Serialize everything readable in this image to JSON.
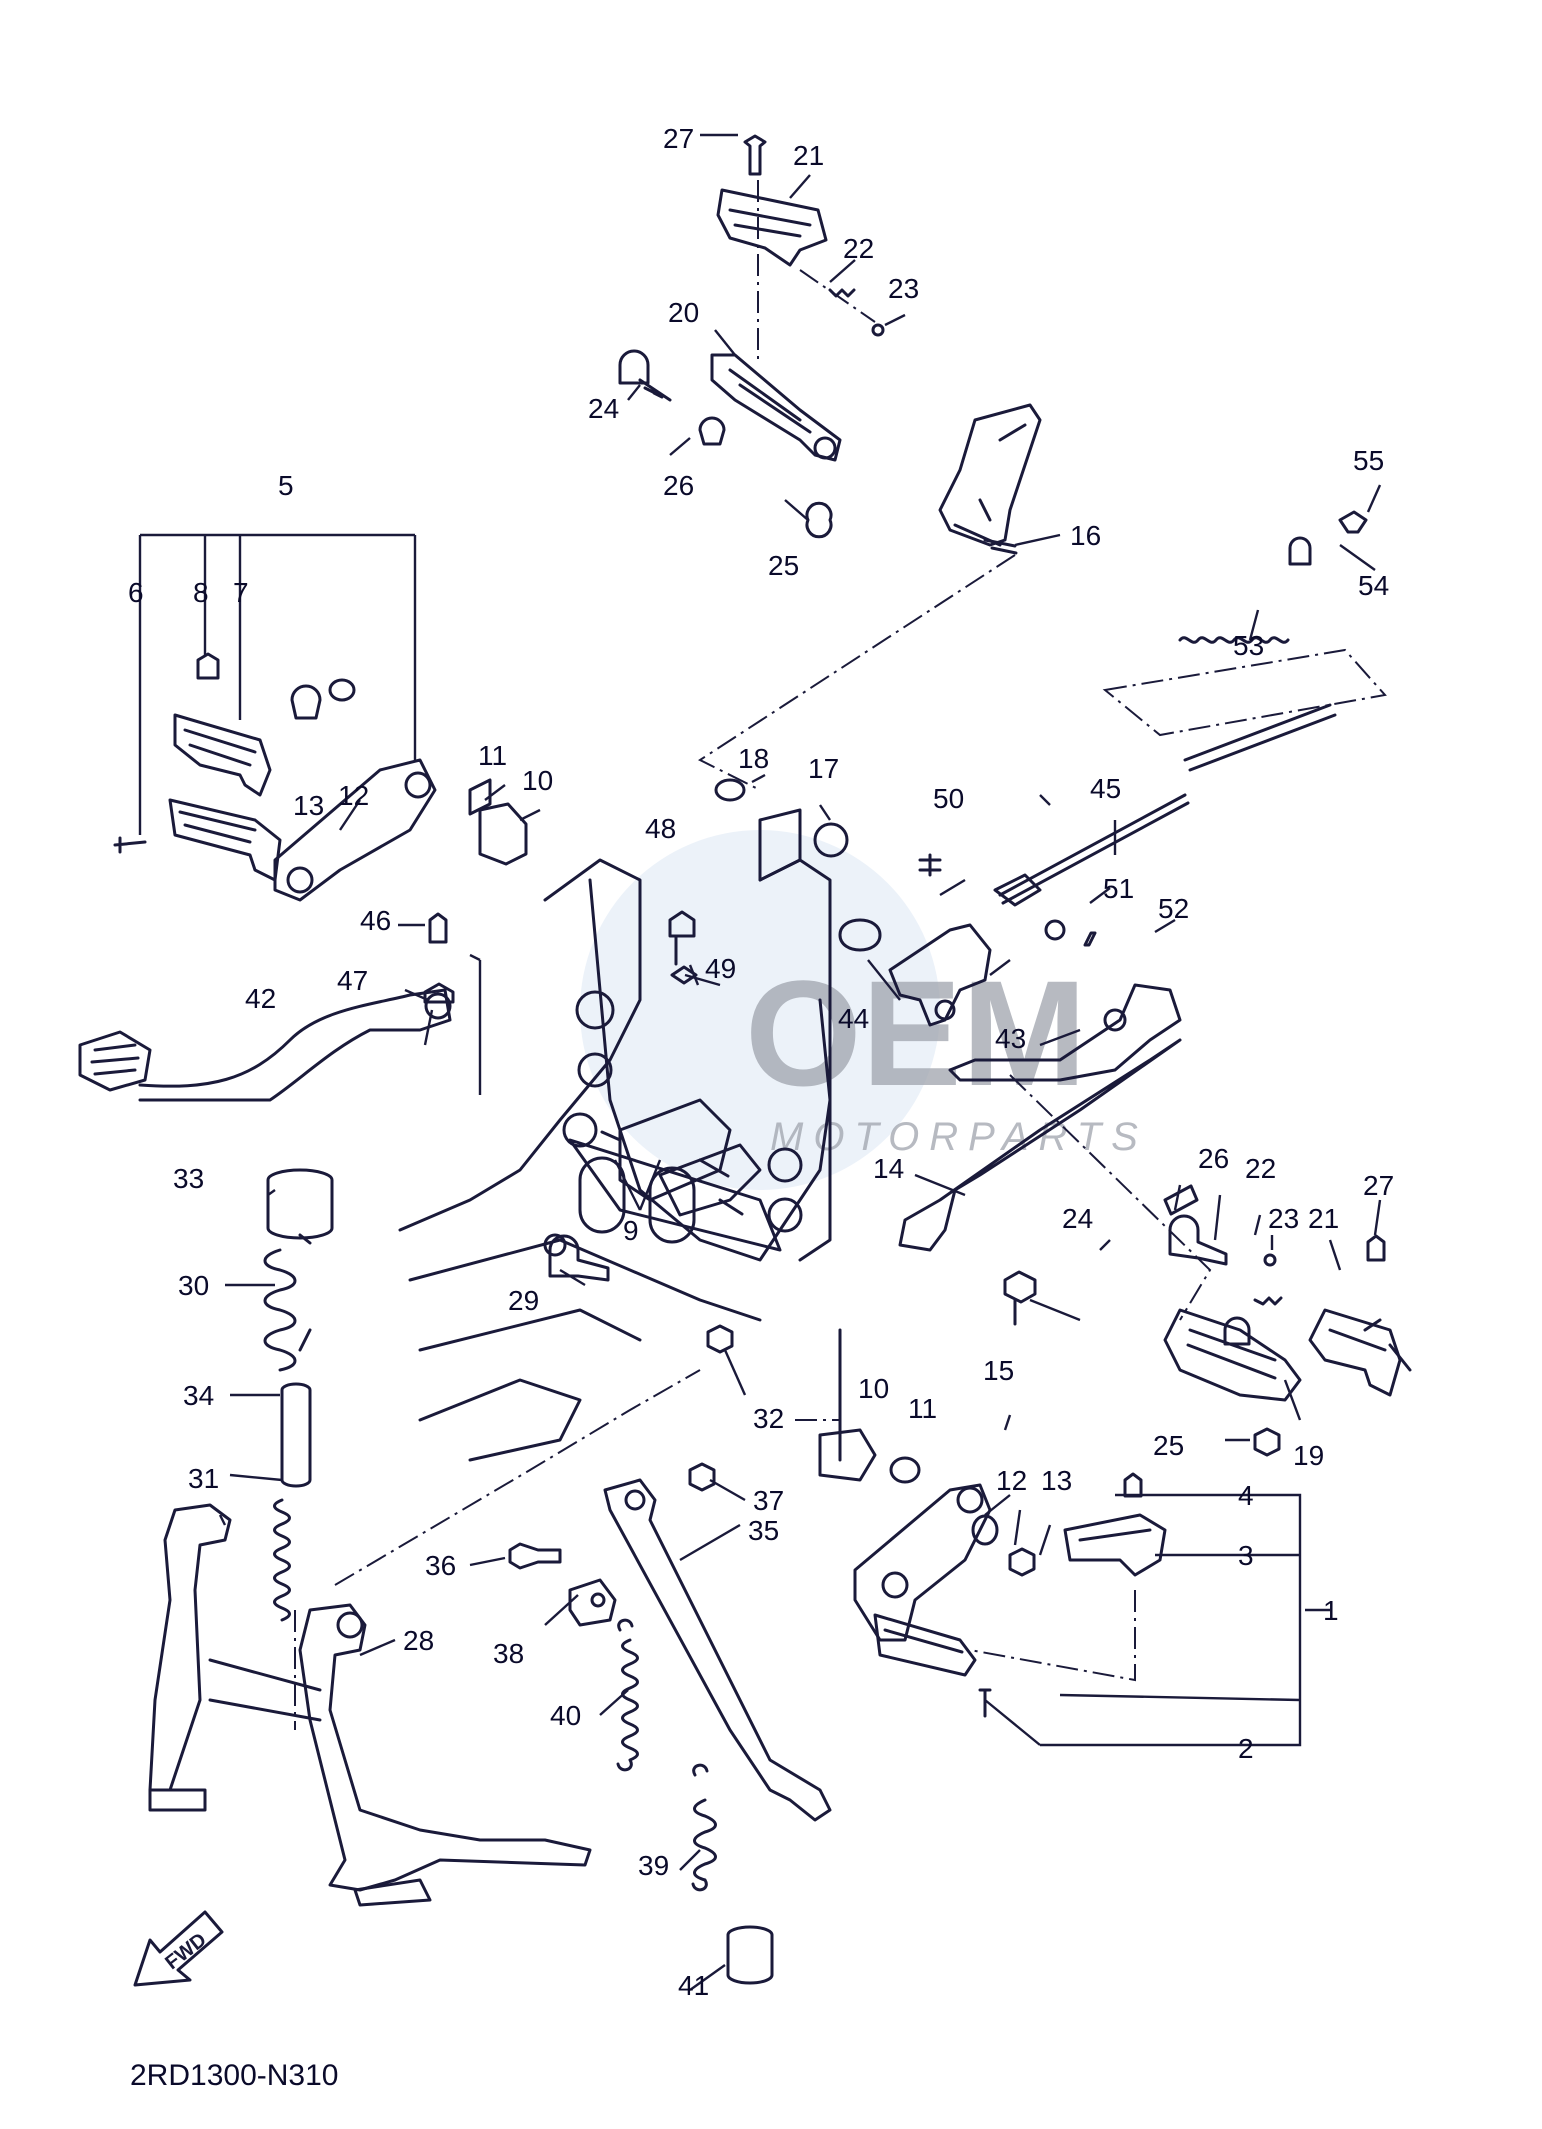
{
  "diagram": {
    "code": "2RD1300-N310",
    "fwd_label": "FWD",
    "watermark": {
      "primary": "OEM",
      "secondary": "MOTORPARTS"
    },
    "callouts": [
      "1",
      "2",
      "3",
      "4",
      "5",
      "6",
      "7",
      "8",
      "9",
      "10",
      "10",
      "11",
      "11",
      "12",
      "12",
      "13",
      "13",
      "14",
      "15",
      "16",
      "17",
      "18",
      "19",
      "20",
      "21",
      "21",
      "22",
      "22",
      "23",
      "23",
      "24",
      "24",
      "25",
      "25",
      "26",
      "26",
      "27",
      "27",
      "28",
      "29",
      "30",
      "31",
      "32",
      "33",
      "34",
      "35",
      "36",
      "37",
      "38",
      "39",
      "40",
      "41",
      "42",
      "43",
      "44",
      "45",
      "46",
      "47",
      "48",
      "49",
      "50",
      "51",
      "52",
      "53",
      "54",
      "55"
    ]
  }
}
